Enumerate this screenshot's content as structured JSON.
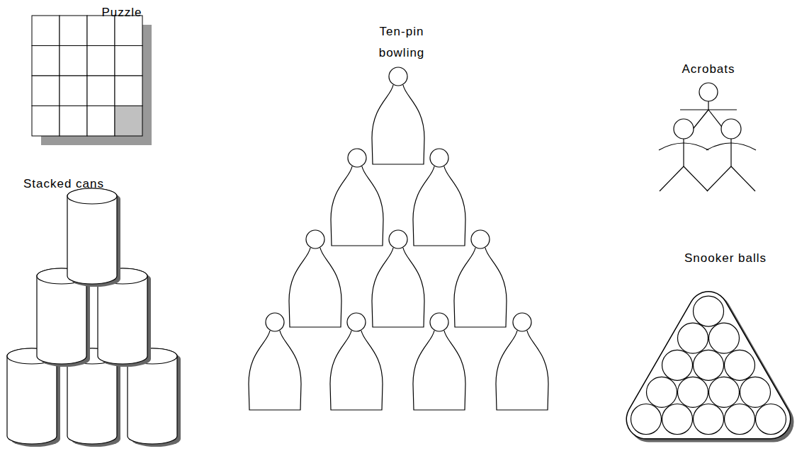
{
  "diagram": {
    "labels": [
      "Puzzle",
      "Ten-pin bowling",
      "Acrobats",
      "Stacked cans",
      "Snooker balls"
    ]
  }
}
